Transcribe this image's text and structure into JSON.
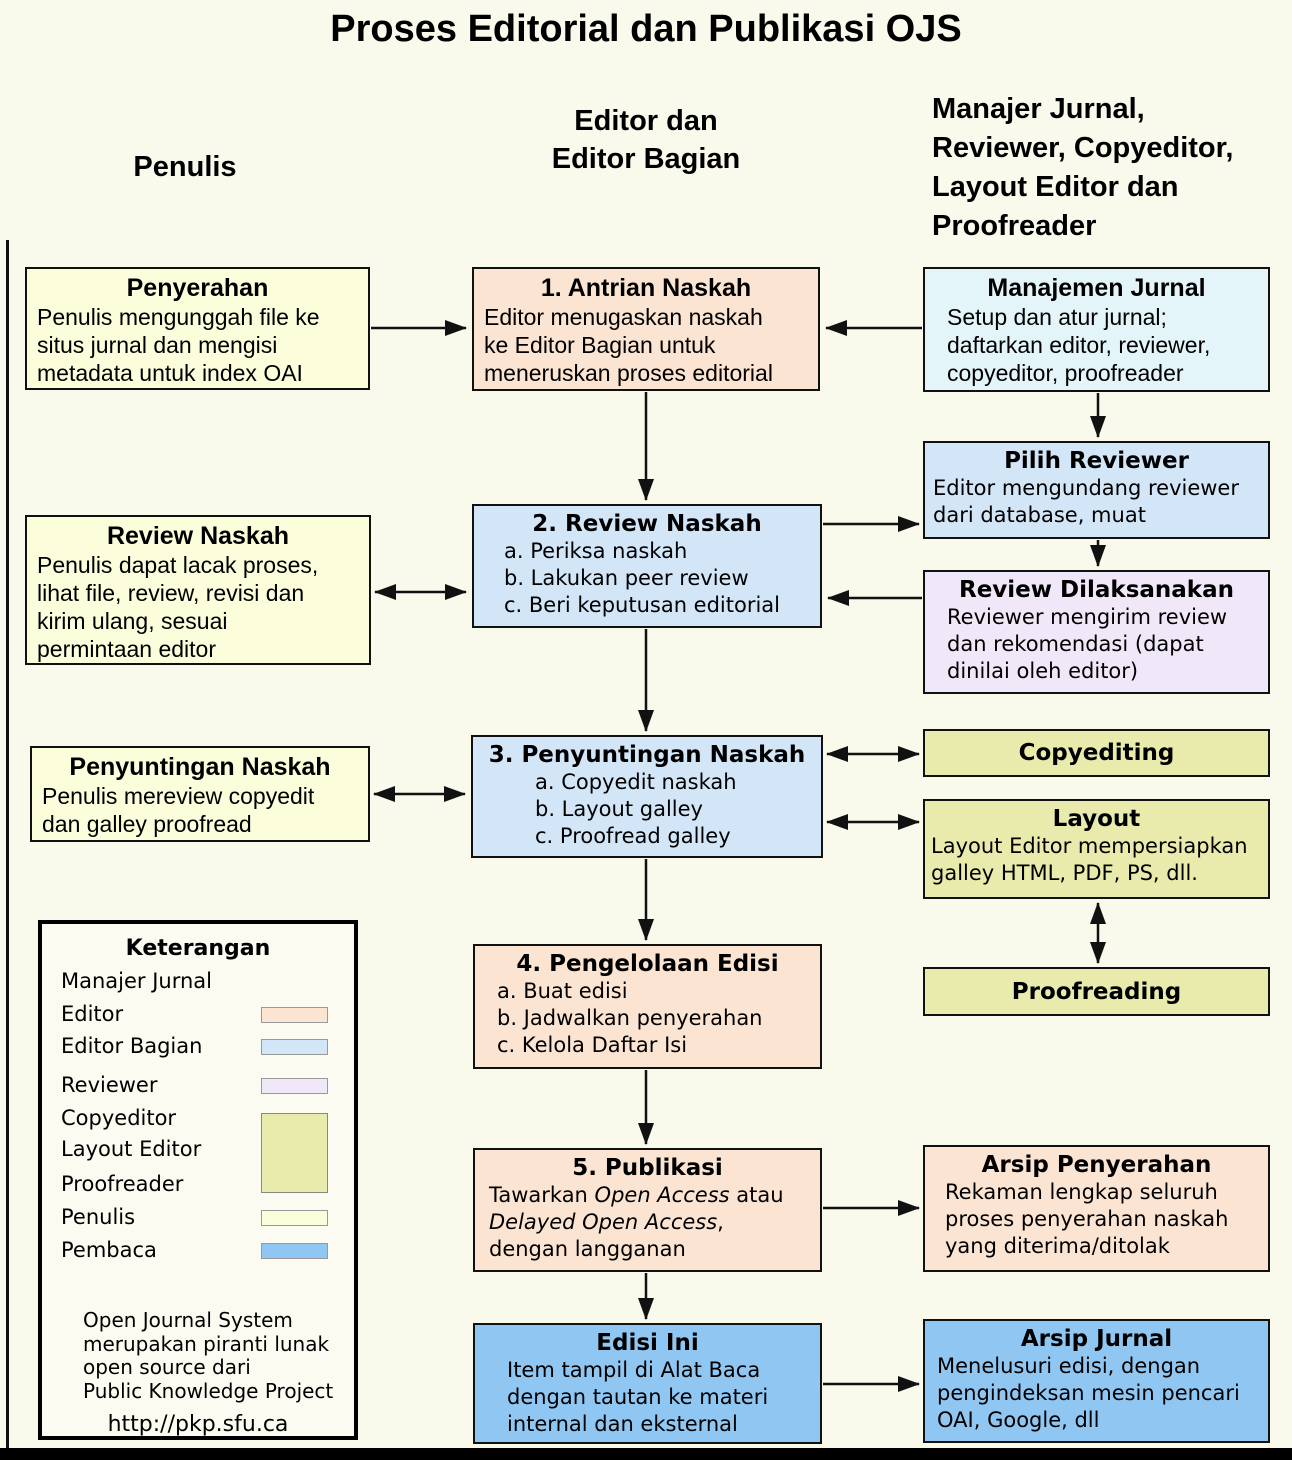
{
  "title": "Proses Editorial dan Publikasi OJS",
  "headers": {
    "penulis": [
      "Penulis"
    ],
    "editor": [
      "Editor dan",
      "Editor Bagian"
    ],
    "manajer": [
      "Manajer Jurnal,",
      "Reviewer, Copyeditor,",
      "Layout Editor dan",
      "Proofreader"
    ]
  },
  "boxes": {
    "penyerahan": {
      "title": "Penyerahan",
      "body": [
        "Penulis mengunggah file ke",
        "situs jurnal dan mengisi",
        "metadata untuk index OAI"
      ]
    },
    "review_naskah_penulis": {
      "title": "Review Naskah",
      "body": [
        "Penulis dapat lacak proses,",
        "lihat file, review, revisi dan",
        "kirim ulang, sesuai",
        "permintaan editor"
      ]
    },
    "penyuntingan_penulis": {
      "title": "Penyuntingan Naskah",
      "body": [
        "Penulis mereview copyedit",
        "dan galley proofread"
      ]
    },
    "antrian": {
      "title": "1. Antrian Naskah",
      "body": [
        "Editor menugaskan naskah",
        "ke Editor Bagian untuk",
        "meneruskan proses editorial"
      ]
    },
    "review2": {
      "title": "2. Review Naskah",
      "items": [
        "a. Periksa naskah",
        "b. Lakukan peer review",
        "c. Beri keputusan editorial"
      ]
    },
    "penyuntingan3": {
      "title": "3. Penyuntingan Naskah",
      "items": [
        "a. Copyedit naskah",
        "b. Layout galley",
        "c. Proofread galley"
      ]
    },
    "pengelolaan4": {
      "title": "4. Pengelolaan Edisi",
      "items": [
        "a. Buat edisi",
        "b. Jadwalkan penyerahan",
        "c. Kelola Daftar Isi"
      ]
    },
    "publikasi5": {
      "title": "5. Publikasi",
      "parts": {
        "t1": "Tawarkan ",
        "t2": "Open Access",
        "t3": " atau",
        "t4": "Delayed Open Access",
        "t5": ",",
        "t6": "dengan langganan"
      }
    },
    "edisi_ini": {
      "title": "Edisi Ini",
      "body": [
        "Item tampil di Alat Baca",
        "dengan tautan ke materi",
        "internal dan eksternal"
      ]
    },
    "manajemen": {
      "title": "Manajemen Jurnal",
      "body": [
        "Setup dan atur jurnal;",
        "daftarkan editor, reviewer,",
        "copyeditor, proofreader"
      ]
    },
    "pilih_reviewer": {
      "title": "Pilih Reviewer",
      "body": [
        "Editor mengundang reviewer",
        "dari database, muat"
      ]
    },
    "review_dilaksanakan": {
      "title": "Review Dilaksanakan",
      "body": [
        "Reviewer mengirim review",
        "dan rekomendasi (dapat",
        "dinilai oleh editor)"
      ]
    },
    "copyediting": {
      "title": "Copyediting"
    },
    "layout": {
      "title": "Layout",
      "body": [
        "Layout Editor mempersiapkan",
        "galley HTML, PDF, PS, dll."
      ]
    },
    "proofreading": {
      "title": "Proofreading"
    },
    "arsip_penyerahan": {
      "title": "Arsip Penyerahan",
      "body": [
        "Rekaman lengkap seluruh",
        "proses penyerahan naskah",
        "yang diterima/ditolak"
      ]
    },
    "arsip_jurnal": {
      "title": "Arsip Jurnal",
      "body": [
        "Menelusuri edisi, dengan",
        "pengindeksan mesin pencari",
        "OAI, Google, dll"
      ]
    }
  },
  "legend": {
    "title": "Keterangan",
    "labels": [
      "Manajer Jurnal",
      "Editor",
      "Editor Bagian",
      "Reviewer",
      "Copyeditor",
      "Layout Editor",
      "Proofreader",
      "Penulis",
      "Pembaca"
    ],
    "footer_lines": [
      "Open Journal System",
      "merupakan piranti lunak",
      "open source dari",
      "Public Knowledge Project"
    ],
    "url": "http://pkp.sfu.ca"
  },
  "colors": {
    "background": "#f9f9ec",
    "manajer_jurnal": "#e4f5fa",
    "editor": "#fbe5d2",
    "editor_bagian": "#d2e6f8",
    "reviewer": "#f0e8f8",
    "copyeditor_layout_proofreader": "#e8ebab",
    "penulis": "#fcfddb",
    "pembaca": "#90c6f2"
  },
  "flows": [
    {
      "from": "penyerahan",
      "to": "antrian-naskah",
      "type": "arrow"
    },
    {
      "from": "manajemen-jurnal",
      "to": "antrian-naskah",
      "type": "arrow"
    },
    {
      "from": "antrian-naskah",
      "to": "review-naskah",
      "type": "arrow"
    },
    {
      "from": "review-naskah",
      "to": "review-naskah-penulis",
      "type": "double"
    },
    {
      "from": "review-naskah",
      "to": "pilih-reviewer",
      "type": "arrow"
    },
    {
      "from": "manajemen-jurnal",
      "to": "pilih-reviewer",
      "type": "arrow"
    },
    {
      "from": "pilih-reviewer",
      "to": "review-dilaksanakan",
      "type": "arrow"
    },
    {
      "from": "review-dilaksanakan",
      "to": "review-naskah",
      "type": "arrow"
    },
    {
      "from": "review-naskah",
      "to": "penyuntingan-naskah",
      "type": "arrow"
    },
    {
      "from": "penyuntingan-naskah",
      "to": "penyuntingan-naskah-penulis",
      "type": "double"
    },
    {
      "from": "penyuntingan-naskah",
      "to": "copyediting",
      "type": "double"
    },
    {
      "from": "penyuntingan-naskah",
      "to": "layout",
      "type": "double"
    },
    {
      "from": "layout",
      "to": "proofreading",
      "type": "double"
    },
    {
      "from": "penyuntingan-naskah",
      "to": "pengelolaan-edisi",
      "type": "arrow"
    },
    {
      "from": "pengelolaan-edisi",
      "to": "publikasi",
      "type": "arrow"
    },
    {
      "from": "publikasi",
      "to": "arsip-penyerahan",
      "type": "arrow"
    },
    {
      "from": "publikasi",
      "to": "edisi-ini",
      "type": "arrow"
    },
    {
      "from": "edisi-ini",
      "to": "arsip-jurnal",
      "type": "arrow"
    }
  ]
}
